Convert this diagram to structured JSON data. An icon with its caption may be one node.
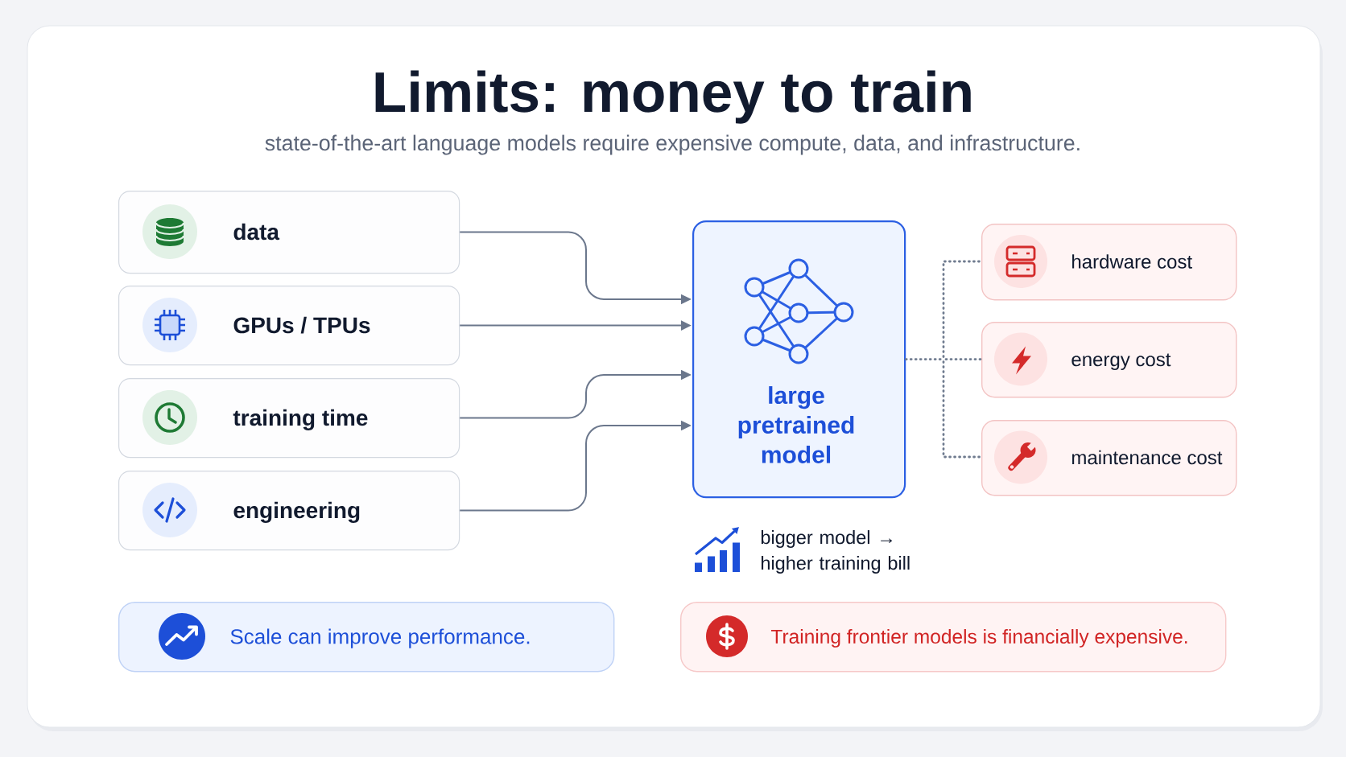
{
  "diagram": {
    "title": "Limits: money to train",
    "nodes": [
      {
        "text": [
          "data"
        ]
      },
      {
        "text": [
          "GPUs / TPUs"
        ]
      },
      {
        "text": [
          "training time"
        ]
      },
      {
        "text": [
          "engineering"
        ]
      },
      {
        "text": [
          "large pretrained model"
        ]
      },
      {
        "text": [
          "hardware cost"
        ]
      },
      {
        "text": [
          "energy cost"
        ]
      },
      {
        "text": [
          "maintenance cost"
        ]
      },
      {
        "text": [
          "Scale can improve performance."
        ]
      },
      {
        "text": [
          "Training frontier models is financially expensive."
        ]
      }
    ],
    "edges": [
      {
        "from": 0,
        "to": 4,
        "arrow": "to"
      },
      {
        "from": 1,
        "to": 4,
        "arrow": "to"
      },
      {
        "from": 2,
        "to": 4,
        "arrow": "to"
      },
      {
        "from": 3,
        "to": 4,
        "arrow": "to"
      },
      {
        "from": 4,
        "to": 5,
        "arrow": "none",
        "style": "dashed"
      },
      {
        "from": 4,
        "to": 6,
        "arrow": "none",
        "style": "dashed"
      },
      {
        "from": 4,
        "to": 7,
        "arrow": "none",
        "style": "dashed"
      }
    ],
    "labels": [
      "state-of-the-art language models require expensive compute, data, and infrastructure.",
      "bigger model → higher training bill"
    ]
  }
}
